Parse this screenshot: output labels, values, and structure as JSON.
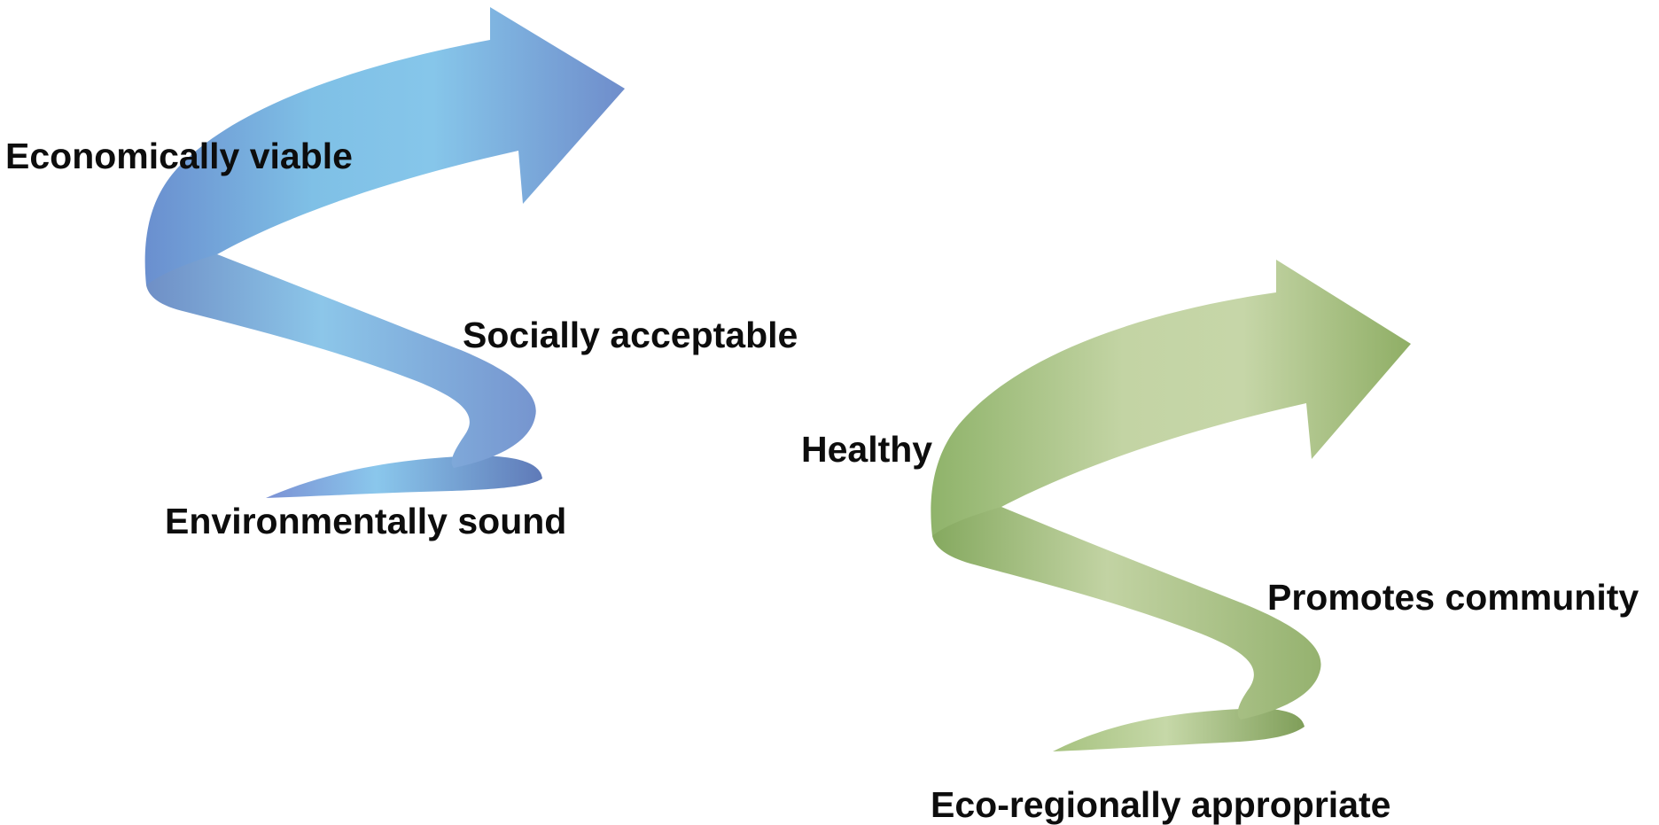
{
  "diagram": {
    "left_spiral": {
      "color": "#7eb3df",
      "labels": {
        "economic": "Economically viable",
        "social": "Socially acceptable",
        "environmental": "Environmentally sound"
      }
    },
    "right_spiral": {
      "color": "#a9c28a",
      "labels": {
        "healthy": "Healthy",
        "community": "Promotes community",
        "eco_regional": "Eco-regionally appropriate"
      }
    }
  }
}
